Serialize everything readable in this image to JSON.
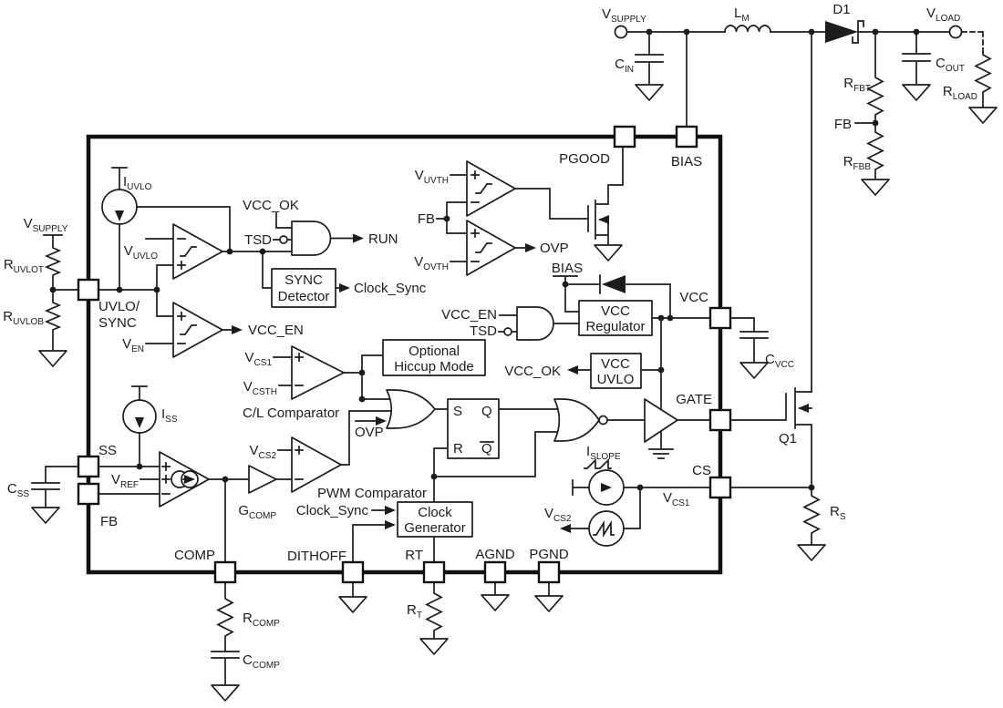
{
  "pins": {
    "uvlo_sync_1": "UVLO/",
    "uvlo_sync_2": "SYNC",
    "ss": "SS",
    "fb": "FB",
    "comp": "COMP",
    "dithoff": "DITHOFF",
    "rt": "RT",
    "agnd": "AGND",
    "pgnd": "PGND",
    "pgood": "PGOOD",
    "bias": "BIAS",
    "vcc": "VCC",
    "gate": "GATE",
    "cs": "CS"
  },
  "blocks": {
    "sync_detector_1": "SYNC",
    "sync_detector_2": "Detector",
    "hiccup_1": "Optional",
    "hiccup_2": "Hiccup Mode",
    "vcc_reg_1": "VCC",
    "vcc_reg_2": "Regulator",
    "vcc_uvlo_1": "VCC",
    "vcc_uvlo_2": "UVLO",
    "clock_gen_1": "Clock",
    "clock_gen_2": "Generator",
    "latch_s": "S",
    "latch_r": "R",
    "latch_q": "Q",
    "latch_qbar": "Q"
  },
  "signals": {
    "vcc_ok": "VCC_OK",
    "tsd": "TSD",
    "run": "RUN",
    "clock_sync": "Clock_Sync",
    "vcc_en": "VCC_EN",
    "ovp": "OVP",
    "cl_comparator": "C/L Comparator",
    "pwm_comparator": "PWM Comparator",
    "bias_net": "BIAS"
  },
  "components": {
    "vsupply": {
      "main": "V",
      "sub": "SUPPLY"
    },
    "cin": {
      "main": "C",
      "sub": "IN"
    },
    "lm": {
      "main": "L",
      "sub": "M"
    },
    "d1": "D1",
    "vload": {
      "main": "V",
      "sub": "LOAD"
    },
    "cout": {
      "main": "C",
      "sub": "OUT"
    },
    "rfbt": {
      "main": "R",
      "sub": "FBT"
    },
    "rfbb": {
      "main": "R",
      "sub": "FBB"
    },
    "rload": {
      "main": "R",
      "sub": "LOAD"
    },
    "ruvlot": {
      "main": "R",
      "sub": "UVLOT"
    },
    "ruvlob": {
      "main": "R",
      "sub": "UVLOB"
    },
    "css": {
      "main": "C",
      "sub": "SS"
    },
    "cvcc": {
      "main": "C",
      "sub": "VCC"
    },
    "q1": "Q1",
    "rs": {
      "main": "R",
      "sub": "S"
    },
    "rt_ext": {
      "main": "R",
      "sub": "T"
    },
    "rcomp": {
      "main": "R",
      "sub": "COMP"
    },
    "ccomp": {
      "main": "C",
      "sub": "COMP"
    }
  },
  "internal": {
    "iuvlo": {
      "main": "I",
      "sub": "UVLO"
    },
    "vuvlo": {
      "main": "V",
      "sub": "UVLO"
    },
    "ven": {
      "main": "V",
      "sub": "EN"
    },
    "vuvth": {
      "main": "V",
      "sub": "UVTH"
    },
    "vovth": {
      "main": "V",
      "sub": "OVTH"
    },
    "iss": {
      "main": "I",
      "sub": "SS"
    },
    "vref": {
      "main": "V",
      "sub": "REF"
    },
    "gcomp": {
      "main": "G",
      "sub": "COMP"
    },
    "vcs1": {
      "main": "V",
      "sub": "CS1"
    },
    "vcs2": {
      "main": "V",
      "sub": "CS2"
    },
    "vcsth": {
      "main": "V",
      "sub": "CSTH"
    },
    "islope": {
      "main": "I",
      "sub": "SLOPE"
    }
  },
  "colors": {
    "line": "#1c1c1c",
    "background": "#ffffff"
  }
}
